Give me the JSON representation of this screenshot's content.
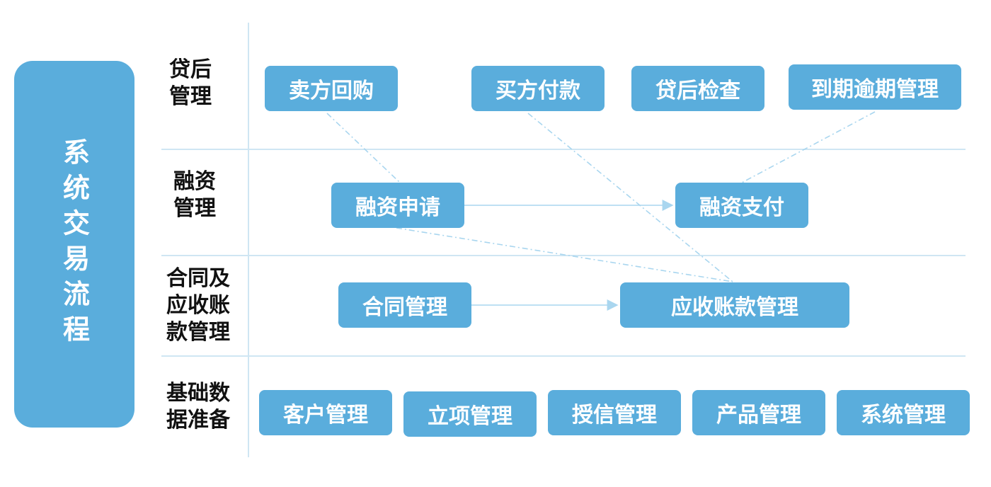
{
  "side_panel": {
    "title": "系统交易流程"
  },
  "rows": [
    {
      "label": "贷后\n管理"
    },
    {
      "label": "融资\n管理"
    },
    {
      "label": "合同及\n应收账\n款管理"
    },
    {
      "label": "基础数\n据准备"
    }
  ],
  "nodes": {
    "seller_buyback": "卖方回购",
    "buyer_payment": "买方付款",
    "post_loan_check": "贷后检查",
    "maturity_overdue": "到期逾期管理",
    "financing_apply": "融资申请",
    "financing_pay": "融资支付",
    "contract_mgmt": "合同管理",
    "receivables_mgmt": "应收账款管理",
    "customer_mgmt": "客户管理",
    "project_mgmt": "立项管理",
    "credit_mgmt": "授信管理",
    "product_mgmt": "产品管理",
    "system_mgmt": "系统管理"
  },
  "colors": {
    "box": "#5aaddc",
    "line": "#cfe6f3",
    "arrow": "#a9d6ef"
  }
}
